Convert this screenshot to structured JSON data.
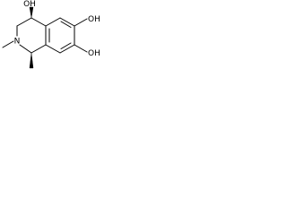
{
  "molecule": {
    "atoms": {
      "oh_top": "OH",
      "oh_upper_right": "OH",
      "oh_lower_right": "OH",
      "nitrogen": "N"
    },
    "colors": {
      "bond": "#000000",
      "text": "#000000",
      "background": "#ffffff"
    }
  }
}
